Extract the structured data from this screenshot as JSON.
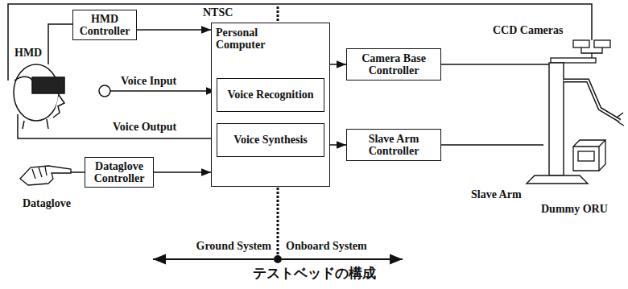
{
  "diagram": {
    "caption": "テストベッドの構成",
    "nodes": [
      {
        "text": [
          "HMD Controller"
        ]
      },
      {
        "text": [
          "Personal Computer"
        ]
      },
      {
        "text": [
          "Voice Recognition"
        ],
        "in": 1
      },
      {
        "text": [
          "Voice Synthesis"
        ],
        "in": 1
      },
      {
        "text": [
          "Camera Base Controller"
        ]
      },
      {
        "text": [
          "Slave Arm Controller"
        ]
      },
      {
        "text": [
          "Dataglove Controller"
        ]
      }
    ],
    "edges": [
      {
        "from": 0,
        "to": 1,
        "arrow": "to"
      },
      {
        "from": 6,
        "to": 1,
        "arrow": "to"
      },
      {
        "from": 1,
        "to": 4,
        "arrow": "to"
      },
      {
        "from": 1,
        "to": 5,
        "arrow": "to"
      }
    ],
    "labels": [
      "NTSC",
      "HMD",
      "Voice Input",
      "Voice Output",
      "CCD Cameras",
      "Slave Arm",
      "Dummy ORU",
      "Dataglove",
      "Ground System",
      "Onboard System"
    ]
  }
}
